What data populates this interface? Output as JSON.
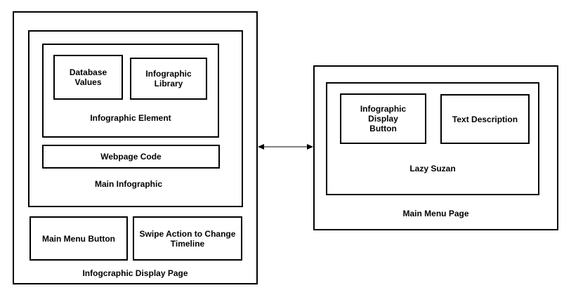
{
  "display_page": {
    "title": "Infogcraphic Display Page",
    "main_infographic": {
      "title": "Main Infographic",
      "infographic_element": {
        "title": "Infographic Element",
        "database_values": "Database\nValues",
        "infographic_library": "Infographic\nLibrary"
      },
      "webpage_code": "Webpage Code"
    },
    "main_menu_button": "Main Menu Button",
    "swipe_action": "Swipe Action to Change\nTimeline"
  },
  "main_menu_page": {
    "title": "Main Menu Page",
    "lazy_suzan": {
      "title": "Lazy Suzan",
      "infographic_display_button": "Infographic Display\nButton",
      "text_description": "Text Description"
    }
  },
  "colors": {
    "stroke": "#000000",
    "background": "#ffffff"
  }
}
